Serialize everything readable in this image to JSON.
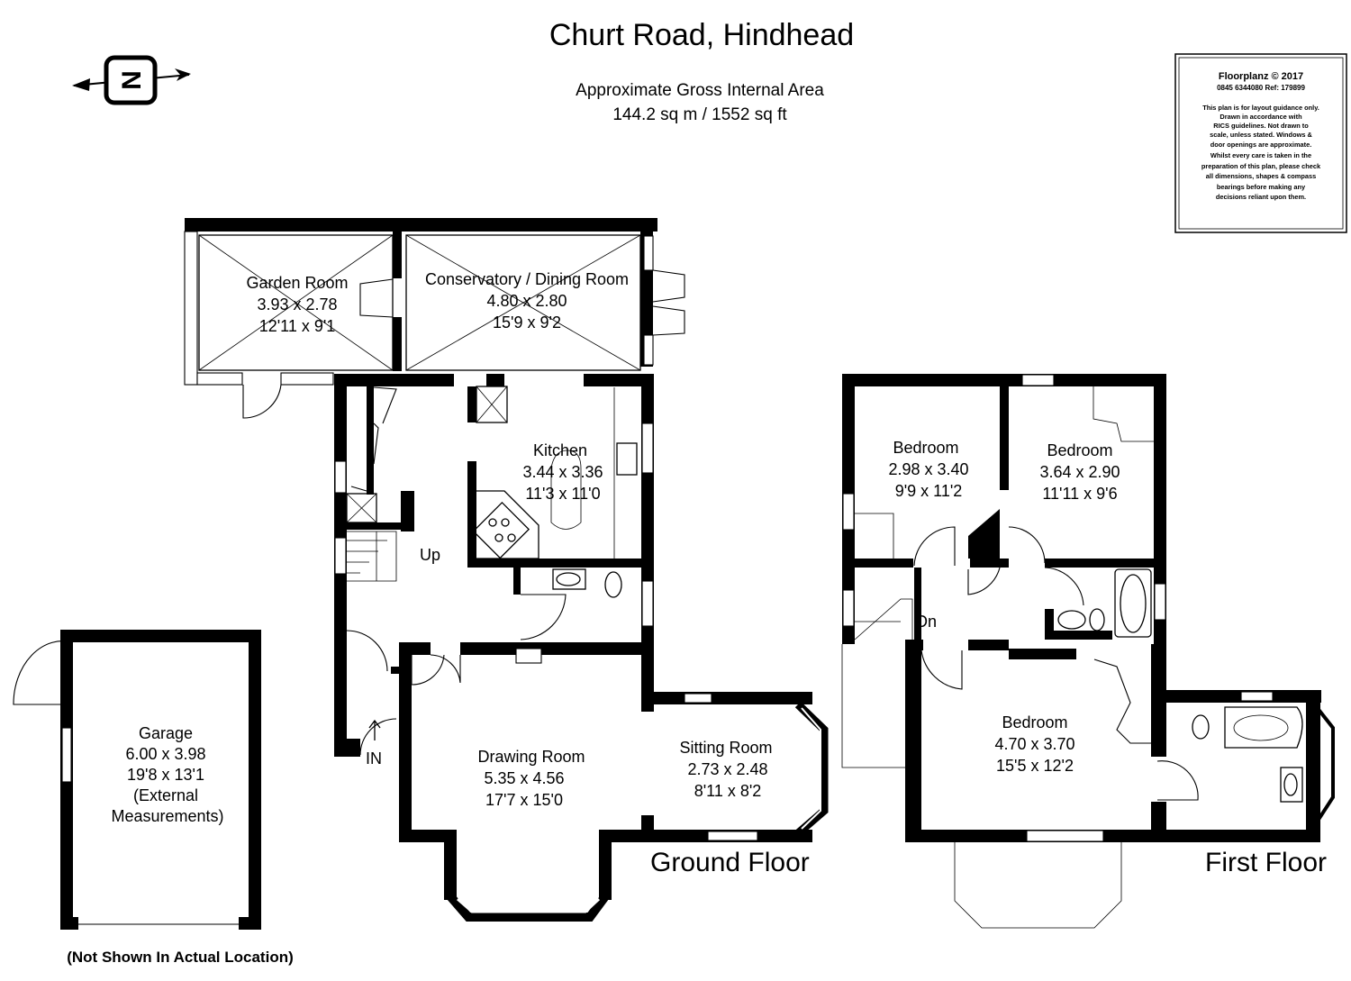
{
  "header": {
    "title": "Churt Road, Hindhead",
    "area_label": "Approximate Gross Internal Area",
    "area_value": "144.2 sq m / 1552 sq ft"
  },
  "compass": {
    "letter": "N"
  },
  "disclaimer": {
    "heading": "Floorplanz © 2017",
    "ref": "0845 6344080 Ref: 179899",
    "lines": [
      "This plan is for layout guidance only.",
      "Drawn in accordance with",
      "RICS guidelines. Not drawn to",
      "scale, unless stated. Windows &",
      "door openings are approximate.",
      "Whilst every care is taken in the",
      "preparation of this plan, please check",
      "all dimensions, shapes & compass",
      "bearings before making any",
      "decisions reliant upon them."
    ]
  },
  "floors": {
    "ground": "Ground Floor",
    "first": "First Floor"
  },
  "rooms": {
    "garden_room": {
      "name": "Garden Room",
      "metric": "3.93 x 2.78",
      "imperial": "12'11 x 9'1"
    },
    "conservatory": {
      "name": "Conservatory / Dining Room",
      "metric": "4.80 x 2.80",
      "imperial": "15'9 x 9'2"
    },
    "kitchen": {
      "name": "Kitchen",
      "metric": "3.44 x 3.36",
      "imperial": "11'3 x 11'0"
    },
    "drawing_room": {
      "name": "Drawing Room",
      "metric": "5.35 x 4.56",
      "imperial": "17'7 x 15'0"
    },
    "sitting_room": {
      "name": "Sitting Room",
      "metric": "2.73 x 2.48",
      "imperial": "8'11 x 8'2"
    },
    "garage": {
      "name": "Garage",
      "metric": "6.00 x 3.98",
      "imperial": "19'8 x 13'1",
      "note1": "(External",
      "note2": "Measurements)"
    },
    "bedroom1": {
      "name": "Bedroom",
      "metric": "2.98 x 3.40",
      "imperial": "9'9 x 11'2"
    },
    "bedroom2": {
      "name": "Bedroom",
      "metric": "3.64 x 2.90",
      "imperial": "11'11 x 9'6"
    },
    "bedroom3": {
      "name": "Bedroom",
      "metric": "4.70 x 3.70",
      "imperial": "15'5 x 12'2"
    }
  },
  "labels": {
    "up": "Up",
    "down": "Dn",
    "entrance": "IN"
  },
  "garage_note": "(Not Shown In Actual Location)"
}
